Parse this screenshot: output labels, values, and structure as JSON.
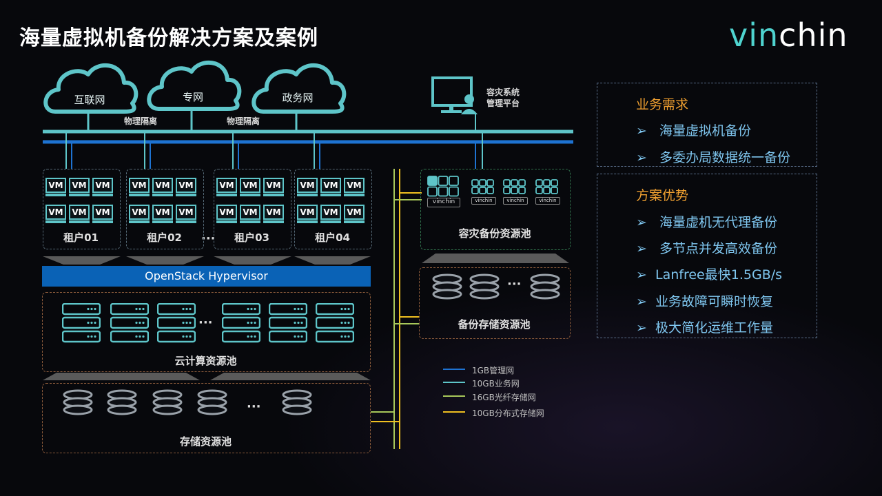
{
  "slide": {
    "title": "海量虚拟机备份解决方案及案例",
    "logo_part1": "vin",
    "logo_part2": "chin"
  },
  "clouds": [
    {
      "label": "互联网"
    },
    {
      "label": "专网"
    },
    {
      "label": "政务网"
    }
  ],
  "isolation_label": "物理隔离",
  "dr_platform": {
    "line1": "容灾系统",
    "line2": "管理平台"
  },
  "vm_label": "VM",
  "tenants": [
    {
      "label": "租户01"
    },
    {
      "label": "租户02"
    },
    {
      "label": "租户03"
    },
    {
      "label": "租户04"
    }
  ],
  "ellipsis": "···",
  "hypervisor_label": "OpenStack Hypervisor",
  "pools": {
    "compute": "云计算资源池",
    "storage": "存储资源池",
    "dr_backup": "容灾备份资源池",
    "backup_storage": "备份存储资源池"
  },
  "node_brand": "vinchin",
  "legend": [
    {
      "label": "1GB管理网",
      "color": "#1e73d2"
    },
    {
      "label": "10GB业务网",
      "color": "#5ec5c9"
    },
    {
      "label": "16GB光纤存储网",
      "color": "#a8c85a"
    },
    {
      "label": "10GB分布式存储网",
      "color": "#f0c020"
    }
  ],
  "panel_requirements": {
    "title": "业务需求",
    "items": [
      "海量虚拟机备份",
      "多委办局数据统一备份"
    ]
  },
  "panel_advantages": {
    "title": "方案优势",
    "items": [
      "海量虚机无代理备份",
      "多节点并发高效备份",
      "Lanfree最快1.5GB/s",
      "业务故障可瞬时恢复",
      "极大简化运维工作量"
    ]
  },
  "bullet_char": "➢",
  "colors": {
    "teal": "#5ec5c9",
    "blue": "#1e73d2",
    "accent_orange": "#f0a030",
    "item_blue": "#7fc6ef"
  }
}
